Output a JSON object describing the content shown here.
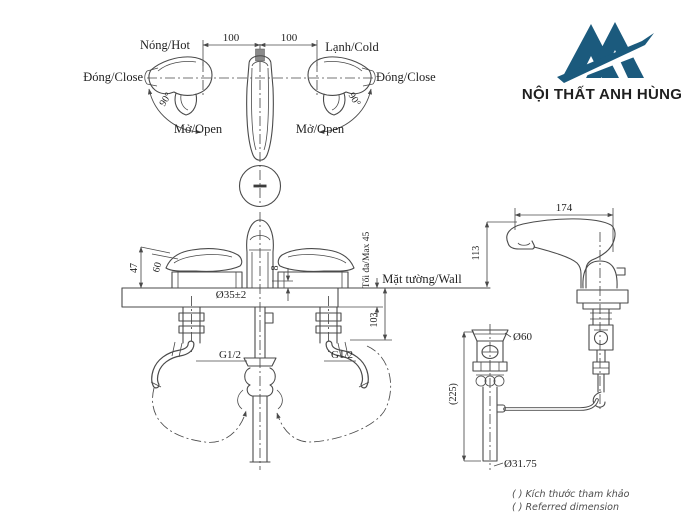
{
  "colors": {
    "line": "#4a4a4a",
    "text": "#1f1f1f",
    "brand": "#1b5a7d",
    "note": "#4d4d4d",
    "background": "#ffffff"
  },
  "logo": {
    "brand": "NỘI THẤT ANH HÙNG"
  },
  "top_view": {
    "hot": "Nóng/Hot",
    "cold": "Lạnh/Cold",
    "close_left": "Đóng/Close",
    "close_right": "Đóng/Close",
    "open_left": "Mở/Open",
    "open_right": "Mở/Open",
    "angle_left": "90°",
    "angle_right": "90°",
    "dim_left": "100",
    "dim_right": "100"
  },
  "front_view": {
    "dim_47": "47",
    "dim_60": "60",
    "dim_hole": "Ø35±2",
    "dim_8": "8",
    "max_counter": "Tối đa/Max 45",
    "wall": "Mặt tường/Wall",
    "dim_103": "103",
    "thread_left": "G1/2",
    "thread_right": "G1/2"
  },
  "side_view": {
    "dim_length": "174",
    "dim_height": "113"
  },
  "drain": {
    "dim_cap": "Ø60",
    "dim_length": "(225)",
    "dim_pipe": "Ø31.75"
  },
  "notes": {
    "vi": "( ) Kích thước tham khảo",
    "en": "( ) Referred dimension"
  }
}
